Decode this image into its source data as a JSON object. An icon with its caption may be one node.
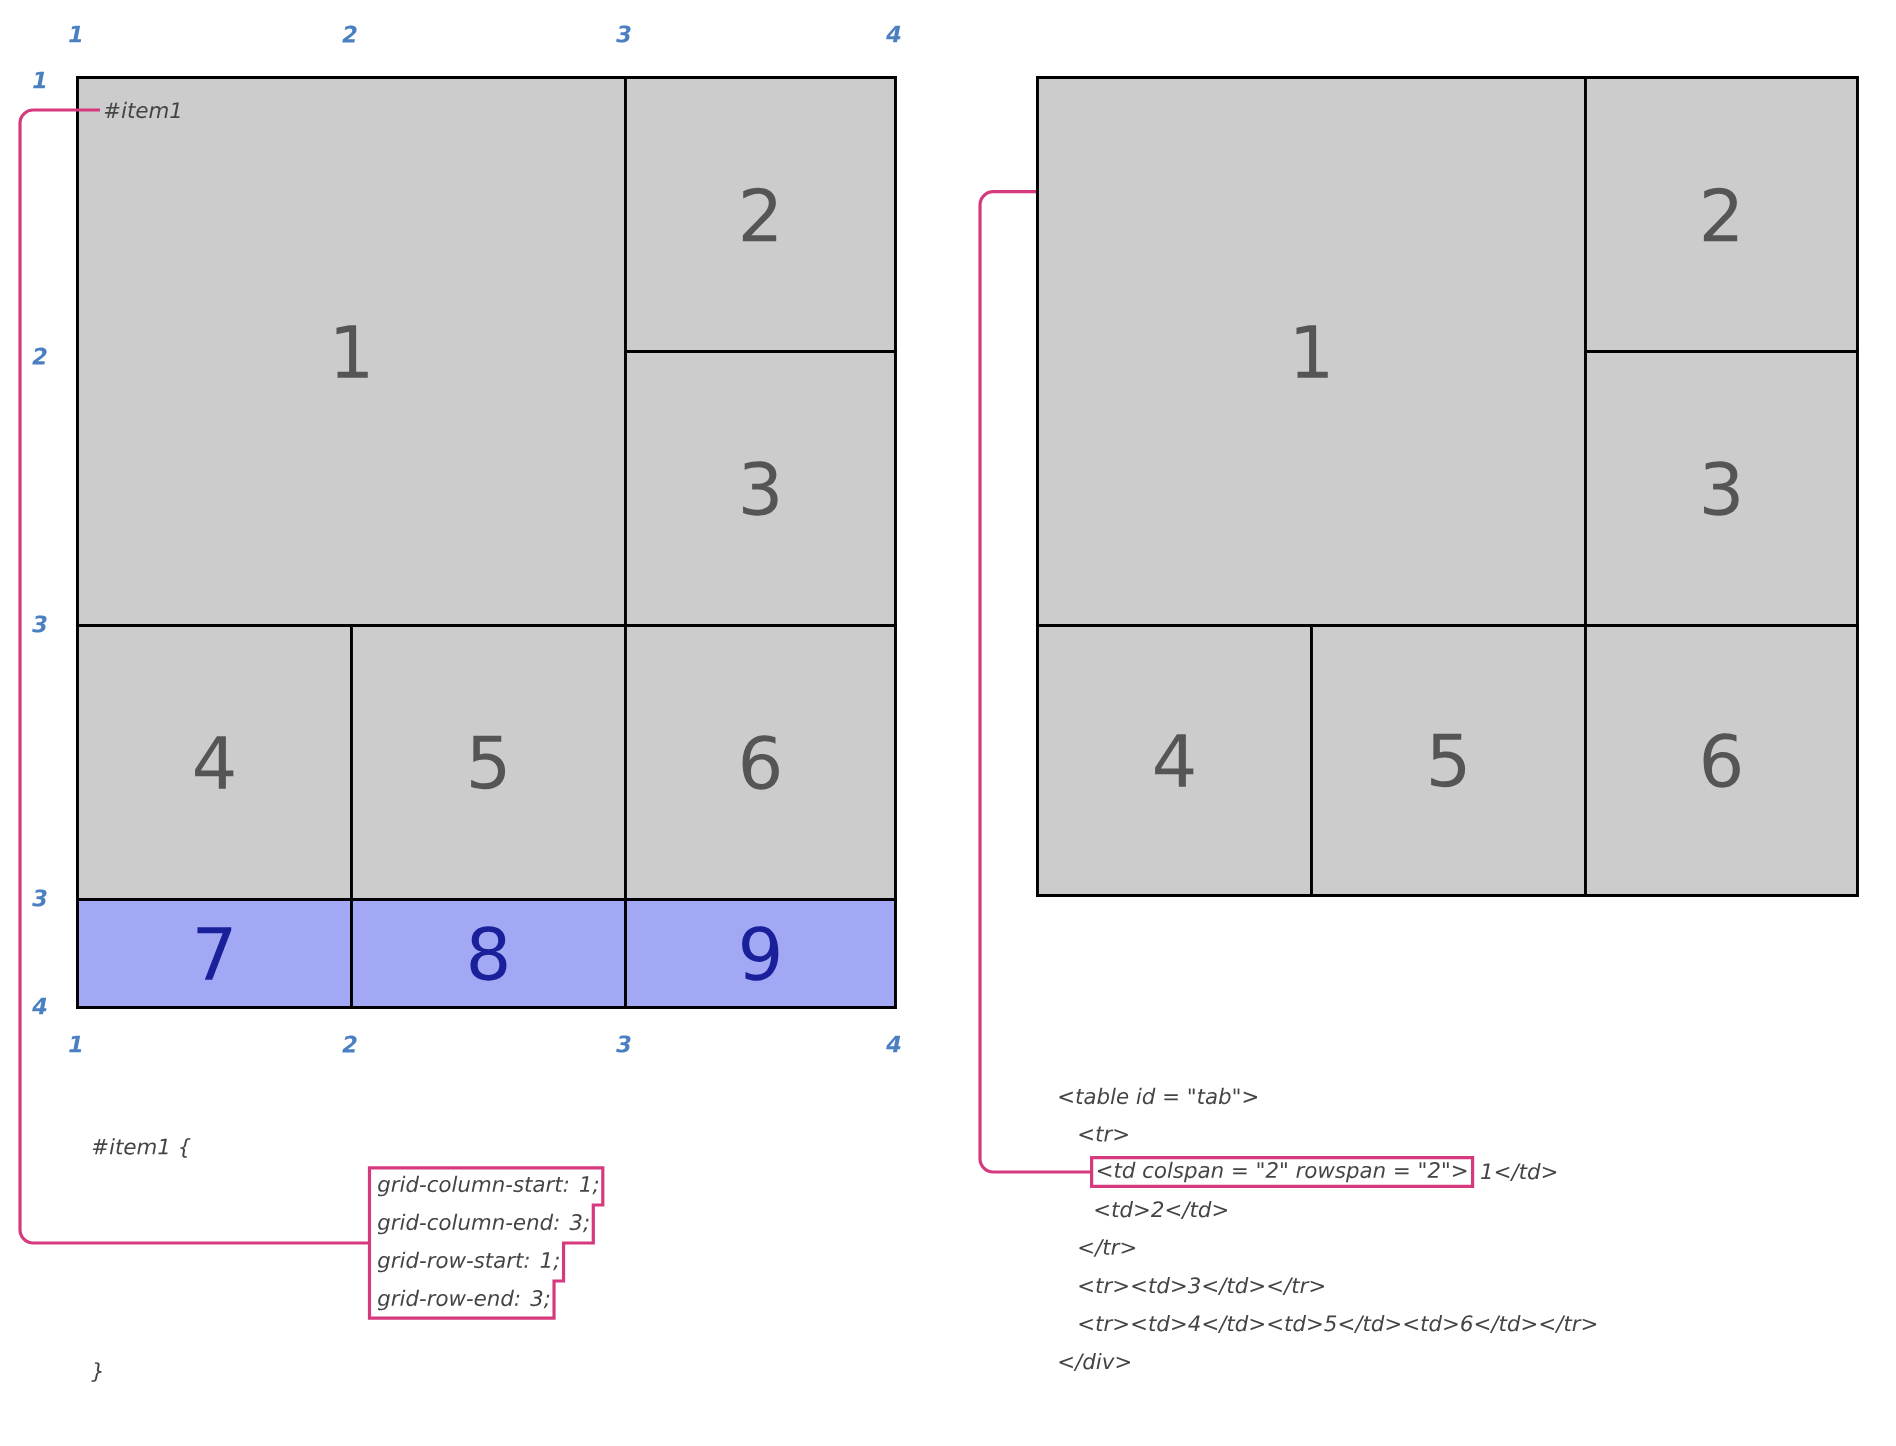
{
  "diagram": {
    "nodes": [
      {
        "text": [
          "1"
        ]
      },
      {
        "text": [
          "#item1"
        ],
        "in": 0
      },
      {
        "text": [
          "2"
        ]
      },
      {
        "text": [
          "3"
        ]
      },
      {
        "text": [
          "4"
        ]
      },
      {
        "text": [
          "5"
        ]
      },
      {
        "text": [
          "6"
        ]
      },
      {
        "text": [
          "7"
        ]
      },
      {
        "text": [
          "8"
        ]
      },
      {
        "text": [
          "9"
        ]
      },
      {
        "text": [
          "1"
        ]
      },
      {
        "text": [
          "2"
        ]
      },
      {
        "text": [
          "3"
        ]
      },
      {
        "text": [
          "4"
        ]
      },
      {
        "text": [
          "5"
        ]
      },
      {
        "text": [
          "6"
        ]
      },
      {
        "text": [
          "grid-column-start: 1;",
          "grid-column-end: 3;",
          "grid-row-start: 1;",
          "grid-row-end: 3;"
        ]
      },
      {
        "text": [
          "<td colspan = \"2\" rowspan = \"2\">"
        ]
      }
    ],
    "edges": [
      {
        "from": 1,
        "to": 16,
        "arrow": "none"
      },
      {
        "from": 10,
        "to": 17,
        "arrow": "none"
      }
    ],
    "labels": [
      "1",
      "2",
      "3",
      "4",
      "1",
      "2",
      "3",
      "3",
      "4",
      "1",
      "2",
      "3",
      "4",
      "#item1 {",
      "}",
      "<table id = \"tab\">",
      "<tr>",
      "1</td>",
      "<td>2</td>",
      "</tr>",
      "<tr><td>3</td></tr>",
      "<tr><td>4</td><td>5</td><td>6</td></tr>",
      "</div>"
    ]
  }
}
